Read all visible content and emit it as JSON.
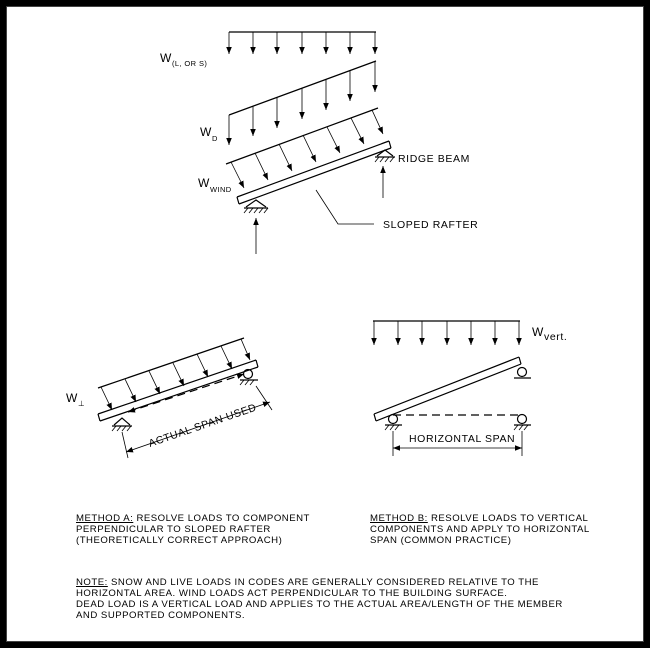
{
  "top_diagram": {
    "w_live_snow": "W",
    "w_live_snow_sub": "(L, OR S)",
    "w_dead": "W",
    "w_dead_sub": "D",
    "w_wind": "W",
    "w_wind_sub": "WIND",
    "ridge_beam": "RIDGE BEAM",
    "sloped_rafter": "SLOPED RAFTER"
  },
  "method_a_diagram": {
    "w_perp": "W",
    "w_perp_sub": "⊥",
    "span_label": "ACTUAL SPAN USED"
  },
  "method_b_diagram": {
    "w_vert": "W",
    "w_vert_sub": "vert.",
    "span_label": "HORIZONTAL SPAN"
  },
  "method_a_text": {
    "lead": "METHOD A:",
    "line1": " RESOLVE LOADS TO COMPONENT",
    "line2": "PERPENDICULAR TO SLOPED RAFTER",
    "line3": "(THEORETICALLY CORRECT APPROACH)"
  },
  "method_b_text": {
    "lead": "METHOD B:",
    "line1": " RESOLVE LOADS TO VERTICAL",
    "line2": "COMPONENTS AND APPLY TO HORIZONTAL",
    "line3": "SPAN (COMMON PRACTICE)"
  },
  "note_text": {
    "lead": "NOTE:",
    "line1": " SNOW AND LIVE LOADS IN CODES ARE GENERALLY CONSIDERED RELATIVE TO THE",
    "line2": "HORIZONTAL AREA. WIND LOADS ACT PERPENDICULAR TO THE BUILDING SURFACE.",
    "line3": "DEAD LOAD IS A VERTICAL LOAD AND APPLIES TO THE ACTUAL AREA/LENGTH OF THE MEMBER",
    "line4": "AND SUPPORTED COMPONENTS."
  }
}
